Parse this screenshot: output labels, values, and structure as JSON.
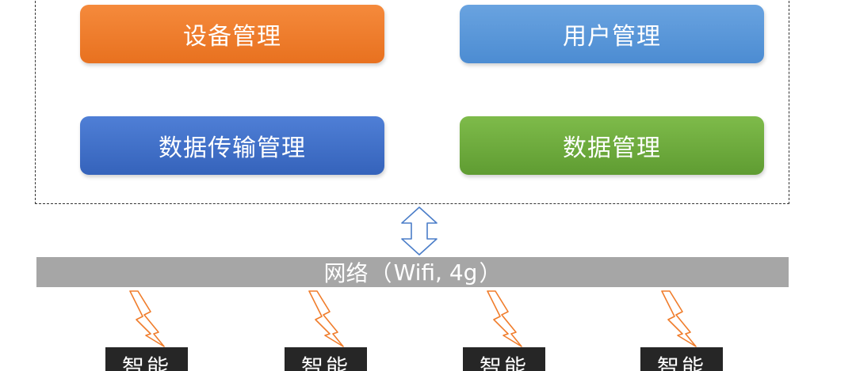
{
  "platform": {
    "modules": [
      {
        "label": "设备管理",
        "color": "#ef7d2c"
      },
      {
        "label": "用户管理",
        "color": "#5b98da"
      },
      {
        "label": "数据传输管理",
        "color": "#4270c6"
      },
      {
        "label": "数据管理",
        "color": "#70ac3e"
      }
    ]
  },
  "network": {
    "label": "网络",
    "open_paren": "（",
    "detail": "Wifi, 4g",
    "close_paren": "）"
  },
  "devices": [
    {
      "label": "智能"
    },
    {
      "label": "智能"
    },
    {
      "label": "智能"
    },
    {
      "label": "智能"
    }
  ],
  "colors": {
    "network_bar": "#a6a6a6",
    "connection_arrow": "#4a7dc8",
    "wireless_bolt": "#f07d2c",
    "device_box": "#262626"
  }
}
